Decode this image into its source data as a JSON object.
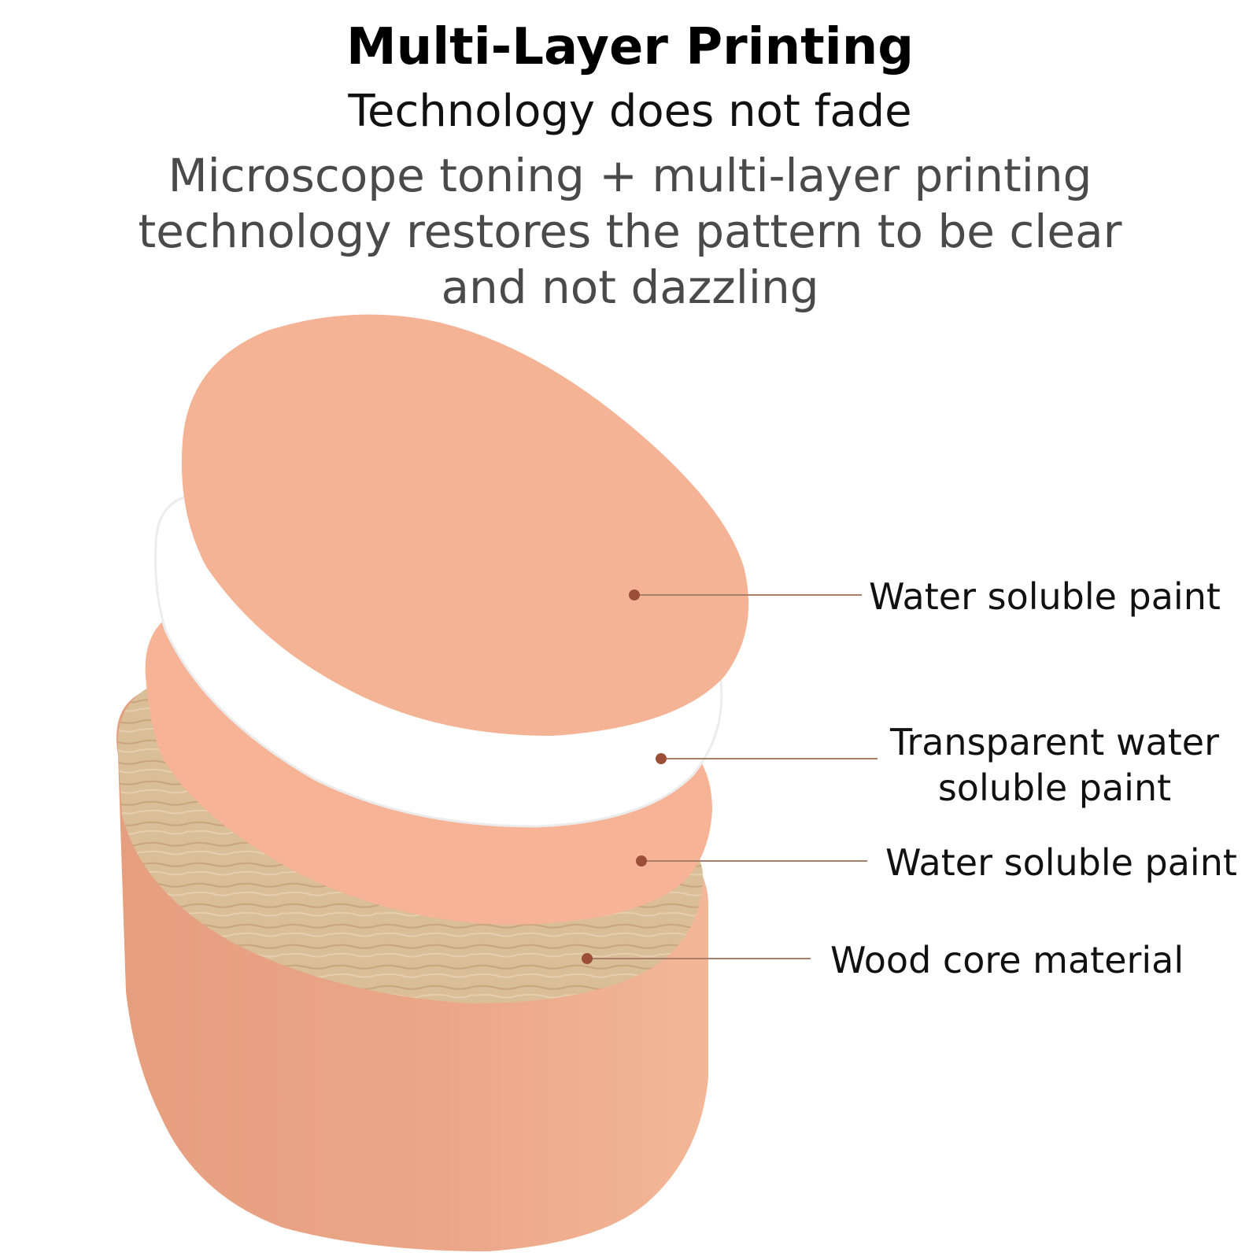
{
  "header": {
    "title": "Multi-Layer Printing",
    "subtitle": "Technology does not fade",
    "description": "Microscope toning + multi-layer printing technology restores the pattern to be clear and not dazzling"
  },
  "layers": [
    {
      "label": "Water soluble paint"
    },
    {
      "label": "Transparent water soluble paint"
    },
    {
      "label": "Water soluble paint"
    },
    {
      "label": "Wood core material"
    }
  ],
  "colors": {
    "paint": "#f5b396",
    "paint_light": "#f7b89a",
    "body": "#ebaa88",
    "transparent_layer": "#ffffff",
    "wood": "#d8bd97",
    "leader_line": "#a97f6c",
    "leader_dot": "#9c4f36"
  }
}
